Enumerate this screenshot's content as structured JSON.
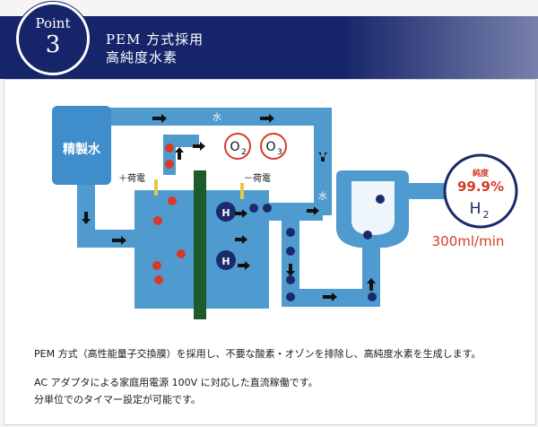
{
  "header": {
    "badge_word": "Point",
    "badge_number": "3",
    "title_line1": "PEM 方式採用",
    "title_line2": "高純度水素"
  },
  "diagram": {
    "water_top": "水",
    "water_right": "水",
    "tank_label": "精製水",
    "plus_charge": "＋荷電",
    "minus_charge": "－荷電",
    "o2_main": "O",
    "o2_sub": "2",
    "o3_main": "O",
    "o3_sub": "3",
    "h_atom_1": "H",
    "h_atom_2": "H",
    "purity_label": "純度",
    "purity_value": "99.9%",
    "h2_main": "H",
    "h2_sub": "2",
    "flow_rate": "300ml/min"
  },
  "text": {
    "line1": "PEM 方式（高性能量子交換膜）を採用し、不要な酸素・オゾンを排除し、高純度水素を生成します。",
    "line2": "AC アダプタによる家庭用電源 100V に対応した直流稼働です。",
    "line3": "分単位でのタイマー設定が可能です。"
  },
  "colors": {
    "navy": "#16246a",
    "pipe_blue": "#4f9bd0",
    "tank_blue": "#3f8ecb",
    "membrane_green": "#1f5a2a",
    "red": "#d63a2a",
    "dark_dot": "#1a2a6b"
  }
}
